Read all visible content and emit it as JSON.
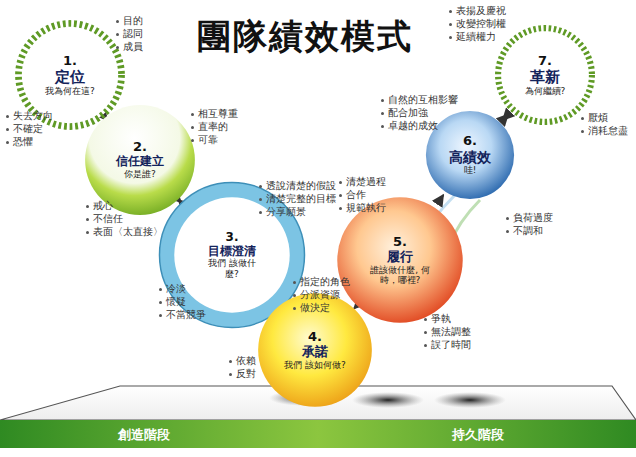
{
  "diagram": {
    "title": "團隊績效模式",
    "nodes": [
      {
        "text": [
          "1.",
          "定位",
          "我為何在這?"
        ]
      },
      {
        "text": [
          "2.",
          "信任建立",
          "你是誰?"
        ]
      },
      {
        "text": [
          "3.",
          "目標澄清",
          "我們 該做什麼?"
        ]
      },
      {
        "text": [
          "4.",
          "承諾",
          "我們 該如何做?"
        ]
      },
      {
        "text": [
          "5.",
          "履行",
          "誰該做什麼, 何時，哪裡?"
        ]
      },
      {
        "text": [
          "6.",
          "高績效",
          "哇!"
        ]
      },
      {
        "text": [
          "7.",
          "革新",
          "為何繼續?"
        ]
      }
    ],
    "edges": [
      {
        "from": 0,
        "to": 1,
        "arrow": "both"
      },
      {
        "from": 1,
        "to": 2,
        "arrow": "both"
      },
      {
        "from": 2,
        "to": 3,
        "arrow": "both"
      },
      {
        "from": 3,
        "to": 4,
        "arrow": "to"
      },
      {
        "from": 4,
        "to": 5,
        "arrow": "to"
      },
      {
        "from": 5,
        "to": 6,
        "arrow": "both"
      }
    ],
    "labels": [
      "目的",
      "認同",
      "成員",
      "失去方向",
      "不確定",
      "恐懼",
      "相互尊重",
      "直率的",
      "可靠",
      "戒心",
      "不信任",
      "表面〈太直接〉",
      "透說清楚的假設",
      "清楚完整的目標",
      "分享願景",
      "冷淡",
      "懷疑",
      "不當競爭",
      "指定的角色",
      "分派資源",
      "做決定",
      "依賴",
      "反對",
      "清楚過程",
      "合作",
      "規範執行",
      "爭執",
      "無法調整",
      "誤了時間",
      "自然的互相影響",
      "配合加強",
      "卓越的成效",
      "負荷過度",
      "不調和",
      "表揚及慶祝",
      "改變控制權",
      "延續權力",
      "厭煩",
      "消耗怠盡",
      "創造階段",
      "持久階段"
    ]
  }
}
